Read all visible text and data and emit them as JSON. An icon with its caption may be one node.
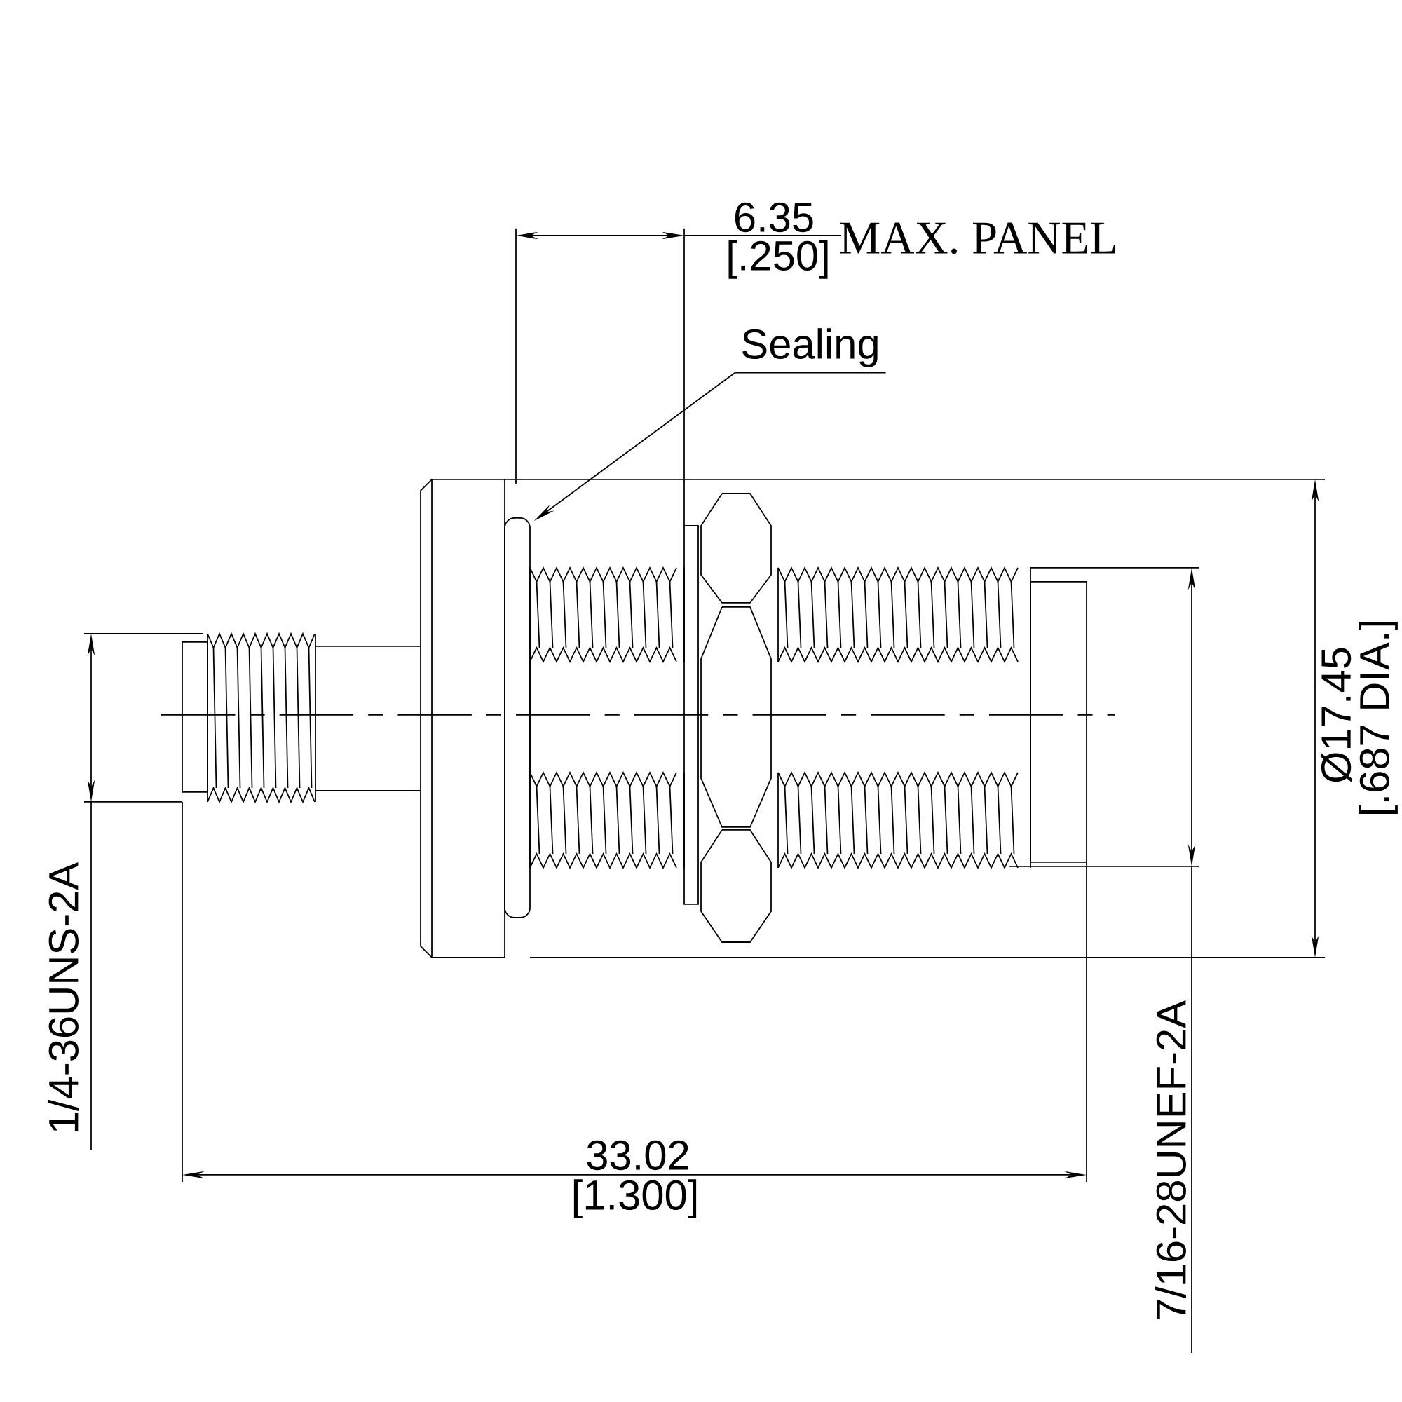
{
  "diagram": {
    "nodes": [
      {
        "text": [
          "Sealing"
        ]
      },
      {
        "text": [],
        "shape": "box"
      }
    ],
    "edges": [
      {
        "from": 0,
        "to": 1,
        "arrow": "to"
      }
    ],
    "labels": [
      "6.35",
      "[.250]",
      "MAX. PANEL",
      "Ø17.45",
      "[.687 DIA.]",
      "1/4-36UNS-2A",
      "7/16-28UNEF-2A",
      "33.02",
      "[1.300]"
    ]
  }
}
